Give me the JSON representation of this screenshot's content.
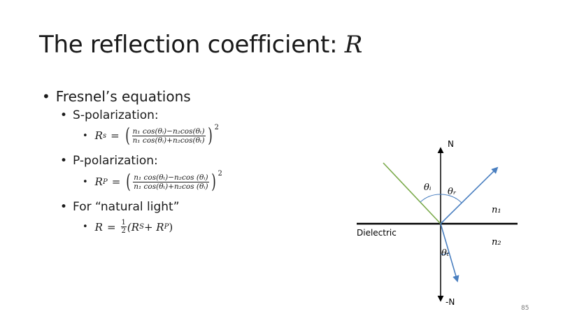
{
  "slide": {
    "title_text": "The reflection coefficient: ",
    "title_var": "R",
    "page_number": "85"
  },
  "content": {
    "bullet_fresnel": "Fresnel’s equations",
    "s_pol_label": "S-polarization:",
    "p_pol_label": "P-polarization:",
    "natural_label": "For “natural light”",
    "rs_eq": {
      "lhs": "R",
      "lhs_sub": "s",
      "num": "n₁ cos(θᵢ)−n₂cos(θₜ)",
      "den": "n₁ cos(θᵢ)+n₂cos(θₜ)",
      "exp": "2"
    },
    "rp_eq": {
      "lhs": "R",
      "lhs_sub": "P",
      "num": "n₁ cos(θₜ)−n₂cos (θᵢ)",
      "den": "n₁ cos(θₜ)+n₂cos (θᵢ)",
      "exp": "2"
    },
    "r_eq": {
      "lhs": "R",
      "frac_num": "1",
      "frac_den": "2",
      "rhs": "(R",
      "rs_sub": "S",
      "plus": " + R",
      "rp_sub": "P",
      "close": ")"
    }
  },
  "diagram": {
    "label_N": "N",
    "label_minus_N": "-N",
    "label_dielectric": "Dielectric",
    "label_theta_i": "θᵢ",
    "label_theta_r": "θᵣ",
    "label_theta_t": "θₜ",
    "label_n1": "n₁",
    "label_n2": "n₂",
    "incident_color": "#7aaa4a",
    "reflected_color": "#4a7fc0",
    "refracted_color": "#4a7fc0",
    "surface_color": "#000000"
  }
}
